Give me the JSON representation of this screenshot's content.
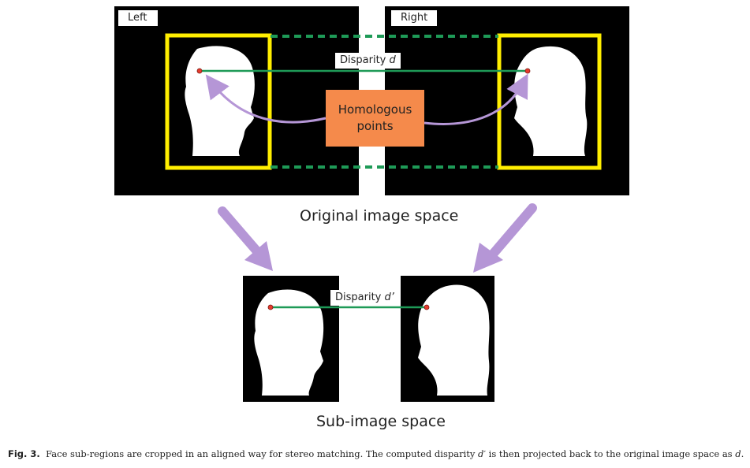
{
  "labels": {
    "left": "Left",
    "right": "Right",
    "disparity_original_prefix": "Disparity ",
    "disparity_original_var": "d",
    "disparity_sub_prefix": "Disparity ",
    "disparity_sub_var": "d’",
    "homologous_line1": "Homologous",
    "homologous_line2": "points",
    "original_space": "Original image space",
    "sub_space": "Sub-image space"
  },
  "caption": {
    "fig_label": "Fig. 3.",
    "text_before": "Face sub-regions are cropped in an aligned way for stereo matching. The computed disparity ",
    "var_dprime": "d′",
    "text_middle": " is then projected back to the original image space as ",
    "var_d": "d",
    "text_end": "."
  },
  "colors": {
    "background": "#000000",
    "face": "#ffffff",
    "crop_box": "#ffee00",
    "disparity_line": "#1e9a57",
    "point": "#e63b2e",
    "arrow": "#b596d6",
    "homologous_box": "#f58a4b"
  }
}
